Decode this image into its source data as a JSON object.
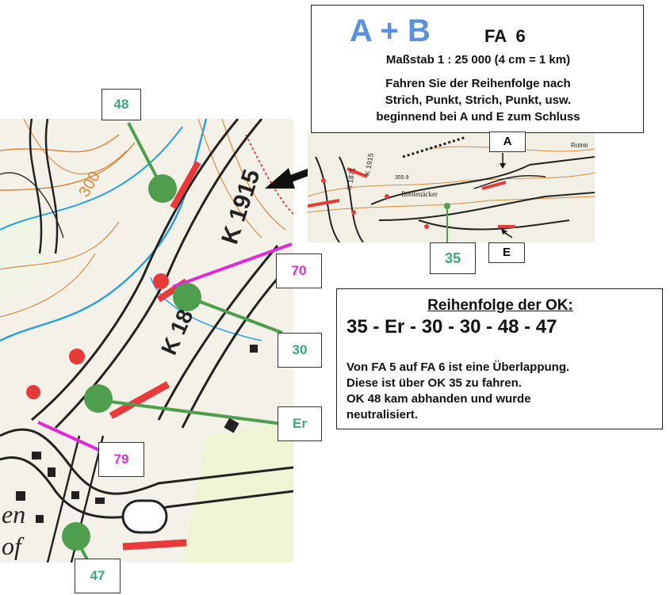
{
  "header": {
    "ab_title": "A + B",
    "fa_label": "FA  6",
    "scale": "Maßstab 1 : 25 000 (4 cm = 1 km)",
    "instr_line1": "Fahren Sie der Reihenfolge nach",
    "instr_line2": "Strich, Punkt, Strich, Punkt, usw.",
    "instr_line3": "beginnend bei A und E zum Schluss"
  },
  "sequence_box": {
    "title": "Reihenfolge der OK:",
    "sequence": "35 - Er - 30 - 30 - 48 - 47",
    "note_line1": "Von FA 5 auf FA 6 ist eine Überlappung.",
    "note_line2": "Diese ist über OK 35 zu fahren.",
    "note_line3": "OK 48 kam abhanden und wurde",
    "note_line4": "neutralisiert."
  },
  "markers": {
    "m48": "48",
    "m70": "70",
    "m30": "30",
    "mEr": "Er",
    "m79": "79",
    "m47": "47"
  },
  "overview": {
    "label_a": "A",
    "label_e": "E",
    "label_35": "35",
    "road1": "K 1915",
    "road2": "K 1871",
    "place": "Breitenäcker",
    "place2": "Rotrei",
    "height": "355.9"
  },
  "map_text": {
    "road_k1915": "K 1915",
    "road_k18": "K 18",
    "contour": "300",
    "town1": "en",
    "town2": "of"
  },
  "colors": {
    "green_marker": "#3aa878",
    "magenta_marker": "#e02ad8",
    "red_stroke": "#e83a3a",
    "title_blue": "#5b8fe0"
  }
}
